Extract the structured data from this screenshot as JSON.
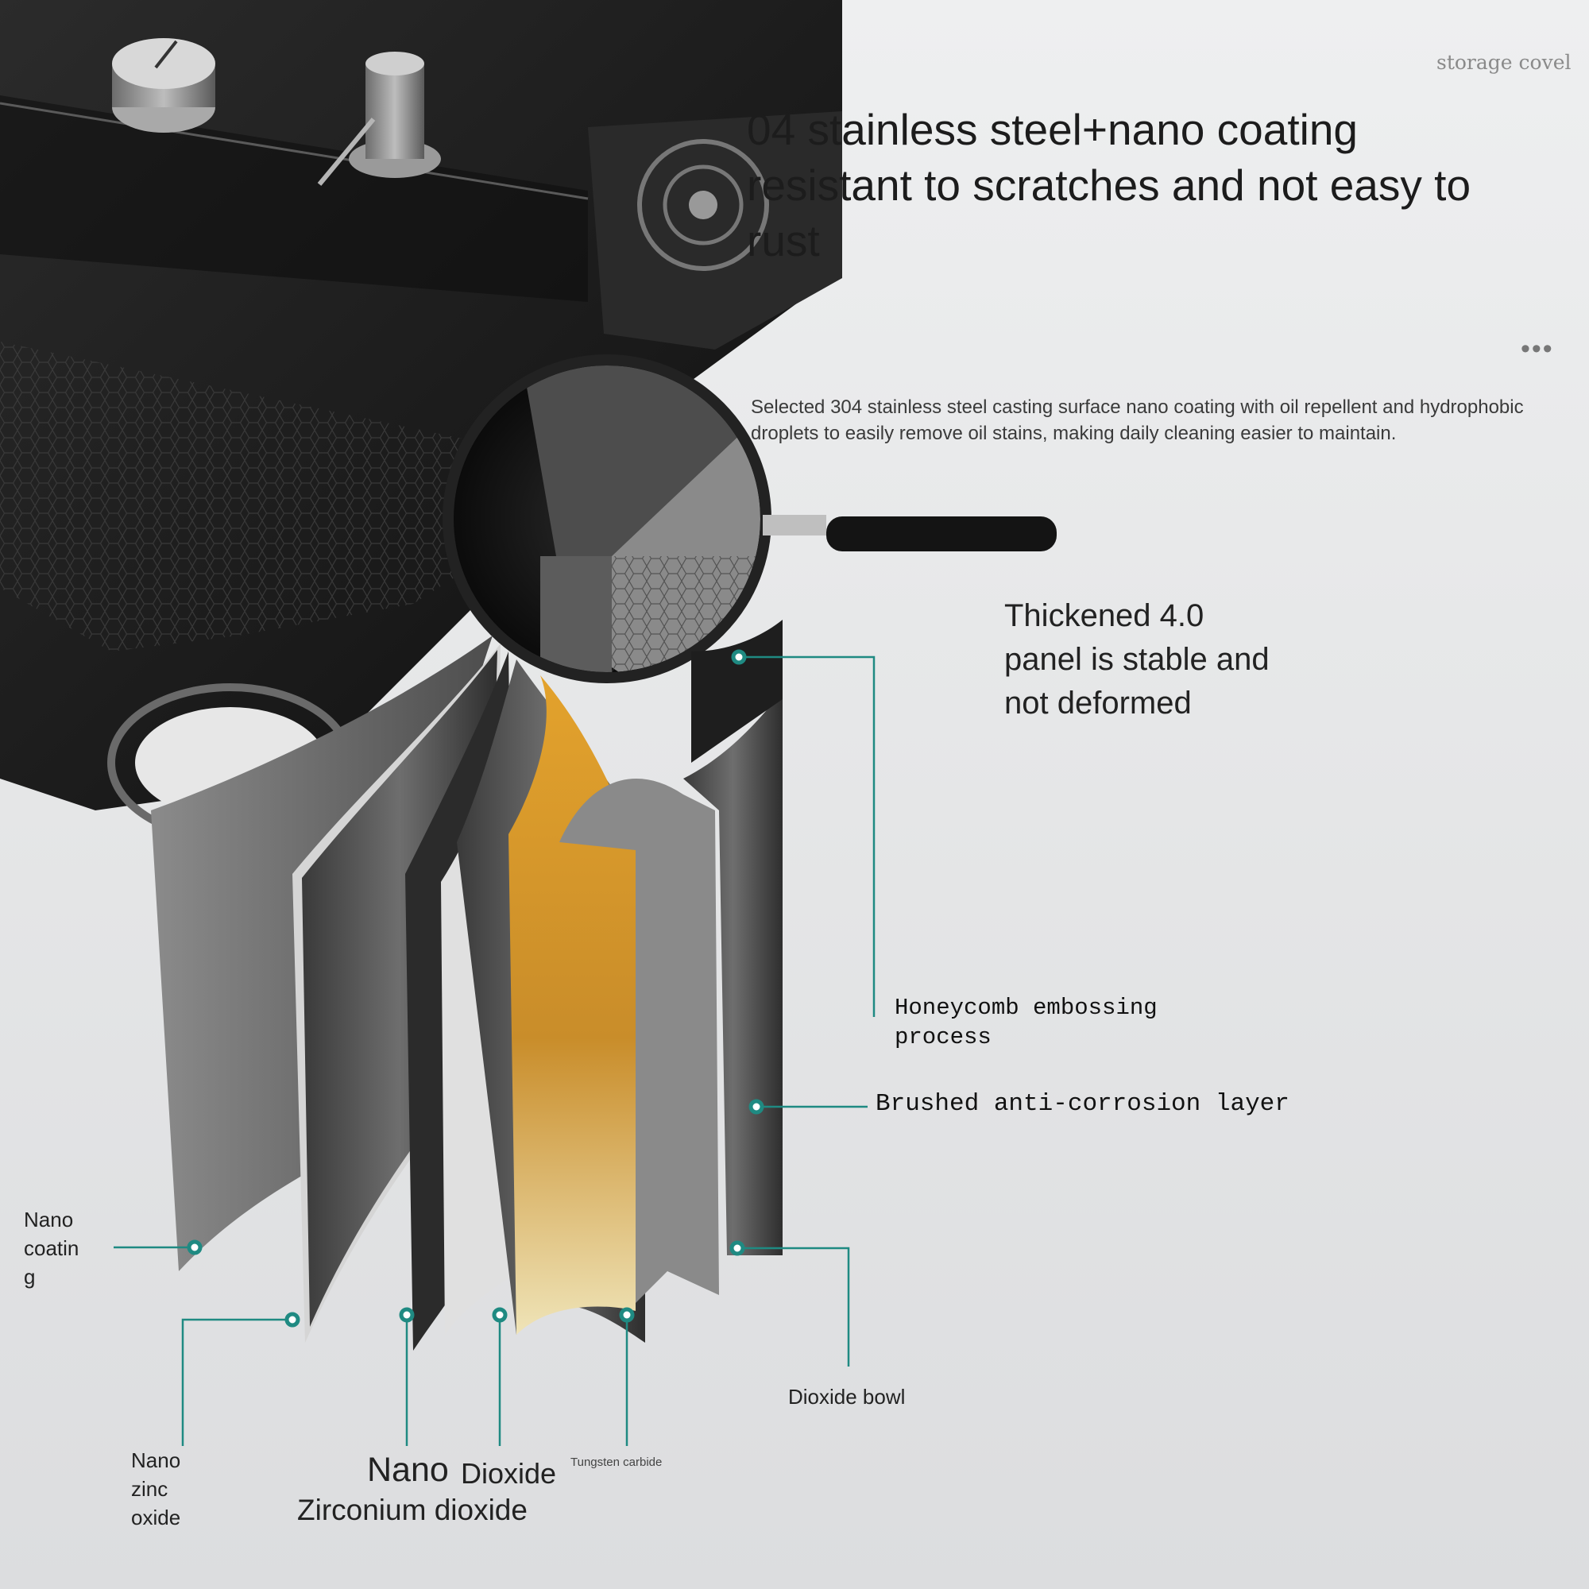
{
  "texts": {
    "storage": "storage covel",
    "headline": "04 stainless steel+nano coating\nresistant to scratches and not easy to\nrust",
    "description": "Selected 304 stainless steel casting surface nano coating with oil repellent and hydrophobic droplets to easily remove oil stains, making daily cleaning easier to maintain.",
    "more": "•••",
    "thickened": "Thickened 4.0\npanel is stable and\nnot deformed"
  },
  "callouts": {
    "honeycomb": "Honeycomb embossing\nprocess",
    "brushed": "Brushed anti-corrosion layer",
    "nano_coating": "Nano\ncoatin\ng",
    "nano_zinc_oxide": "Nano\nzinc\noxide",
    "nano": "Nano",
    "dioxide": "Dioxide",
    "tungsten": "Tungsten carbide",
    "zirconium": "Zirconium dioxide",
    "dioxide_bowl": "Dioxide bowl"
  },
  "colors": {
    "callout_line": "#1f8a82",
    "gold_layer": "#d9a12a",
    "sink_black": "#1a1a1a"
  }
}
